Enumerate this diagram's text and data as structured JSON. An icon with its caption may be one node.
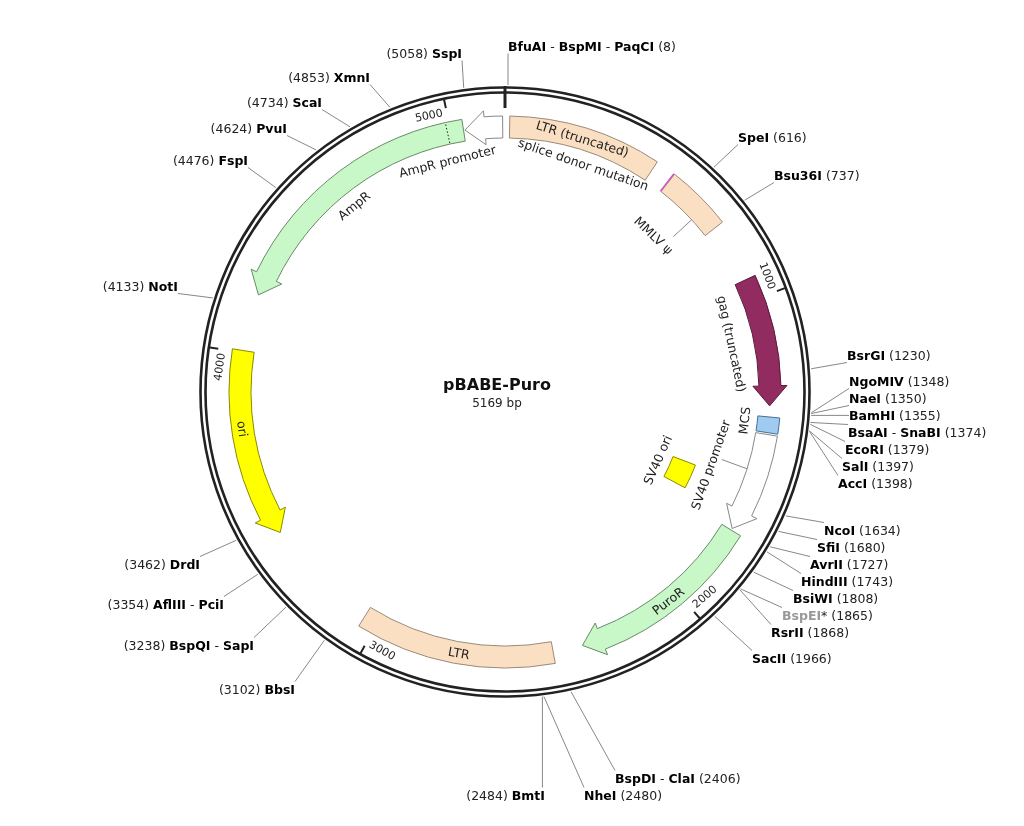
{
  "diagram": {
    "title": "pBABE-Puro",
    "nodes": [
      {
        "text": [
          "LTR (truncated)"
        ]
      },
      {
        "text": [
          "splice donor mutation"
        ]
      },
      {
        "text": [
          "MMLV ψ"
        ]
      },
      {
        "text": [],
        "shape": "box"
      },
      {
        "text": [
          "gag (truncated)"
        ]
      },
      {
        "text": [
          "MCS"
        ]
      },
      {
        "text": [
          "SV40 promoter"
        ]
      },
      {
        "text": [],
        "shape": "arrow"
      },
      {
        "text": [
          "SV40 ori"
        ]
      },
      {
        "text": [
          "PuroR"
        ]
      },
      {
        "text": [
          "LTR"
        ]
      },
      {
        "text": [
          "ori"
        ]
      },
      {
        "text": [
          "AmpR"
        ]
      },
      {
        "text": [
          "AmpR promoter"
        ]
      },
      {
        "text": [
          "**BfuAI** - **BspMI** - **PaqCI** (8)"
        ]
      },
      {
        "text": [
          "**SpeI** (616)"
        ]
      },
      {
        "text": [
          "**Bsu36I** (737)"
        ]
      },
      {
        "text": [
          "**BsrGI** (1230)"
        ]
      },
      {
        "text": [
          "**NgoMIV** (1348)"
        ]
      },
      {
        "text": [
          "**NaeI** (1350)"
        ]
      },
      {
        "text": [
          "**BamHI** (1355)"
        ]
      },
      {
        "text": [
          "**BsaAI** - **SnaBI** (1374)"
        ]
      },
      {
        "text": [
          "**EcoRI** (1379)"
        ]
      },
      {
        "text": [
          "**SalI** (1397)"
        ]
      },
      {
        "text": [
          "**AccI** (1398)"
        ]
      },
      {
        "text": [
          "**NcoI** (1634)"
        ]
      },
      {
        "text": [
          "**SfiI** (1680)"
        ]
      },
      {
        "text": [
          "**AvrII** (1727)"
        ]
      },
      {
        "text": [
          "**HindIII** (1743)"
        ]
      },
      {
        "text": [
          "**BsiWI** (1808)"
        ]
      },
      {
        "text": [
          "**BspEI*** (1865)"
        ]
      },
      {
        "text": [
          "**RsrII** (1868)"
        ]
      },
      {
        "text": [
          "**SacII** (1966)"
        ]
      },
      {
        "text": [
          "**BspDI** - **ClaI** (2406)"
        ]
      },
      {
        "text": [
          "**NheI** (2480)"
        ]
      },
      {
        "text": [
          "(2484) **BmtI**"
        ]
      },
      {
        "text": [
          "(3102) **BbsI**"
        ]
      },
      {
        "text": [
          "(3238) **BspQI** - **SapI**"
        ]
      },
      {
        "text": [
          "(3354) **AflIII** - **PciI**"
        ]
      },
      {
        "text": [
          "(3462) **DrdI**"
        ]
      },
      {
        "text": [
          "(4133) **NotI**"
        ]
      },
      {
        "text": [
          "(4476) **FspI**"
        ]
      },
      {
        "text": [
          "(4624) **PvuI**"
        ]
      },
      {
        "text": [
          "(4734) **ScaI**"
        ]
      },
      {
        "text": [
          "(4853) **XmnI**"
        ]
      },
      {
        "text": [
          "(5058) **SspI**"
        ]
      }
    ],
    "edges": [
      {
        "from": 2,
        "to": 3,
        "arrow": "none"
      },
      {
        "from": 6,
        "to": 7,
        "arrow": "none"
      },
      {
        "from": 14,
        "to": null,
        "arrow": "none"
      },
      {
        "from": 15,
        "to": null,
        "arrow": "none"
      },
      {
        "from": 16,
        "to": null,
        "arrow": "none"
      },
      {
        "from": 17,
        "to": null,
        "arrow": "none"
      },
      {
        "from": 18,
        "to": null,
        "arrow": "none"
      },
      {
        "from": 19,
        "to": null,
        "arrow": "none"
      },
      {
        "from": 20,
        "to": null,
        "arrow": "none"
      },
      {
        "from": 21,
        "to": null,
        "arrow": "none"
      },
      {
        "from": 22,
        "to": null,
        "arrow": "none"
      },
      {
        "from": 23,
        "to": null,
        "arrow": "none"
      },
      {
        "from": 24,
        "to": null,
        "arrow": "none"
      },
      {
        "from": 25,
        "to": null,
        "arrow": "none"
      },
      {
        "from": 26,
        "to": null,
        "arrow": "none"
      },
      {
        "from": 27,
        "to": null,
        "arrow": "none"
      },
      {
        "from": 28,
        "to": null,
        "arrow": "none"
      },
      {
        "from": 29,
        "to": null,
        "arrow": "none"
      },
      {
        "from": 30,
        "to": null,
        "arrow": "none"
      },
      {
        "from": 31,
        "to": null,
        "arrow": "none"
      },
      {
        "from": 32,
        "to": null,
        "arrow": "none"
      },
      {
        "from": 33,
        "to": null,
        "arrow": "none"
      },
      {
        "from": 34,
        "to": null,
        "arrow": "none"
      },
      {
        "from": 35,
        "to": null,
        "arrow": "none"
      },
      {
        "from": 36,
        "to": null,
        "arrow": "none"
      },
      {
        "from": 37,
        "to": null,
        "arrow": "none"
      },
      {
        "from": 38,
        "to": null,
        "arrow": "none"
      },
      {
        "from": 39,
        "to": null,
        "arrow": "none"
      },
      {
        "from": 40,
        "to": null,
        "arrow": "none"
      },
      {
        "from": 41,
        "to": null,
        "arrow": "none"
      },
      {
        "from": 42,
        "to": null,
        "arrow": "none"
      },
      {
        "from": 43,
        "to": null,
        "arrow": "none"
      },
      {
        "from": 44,
        "to": null,
        "arrow": "none"
      },
      {
        "from": 45,
        "to": null,
        "arrow": "none"
      }
    ],
    "labels": [
      "5169 bp",
      "1000",
      "2000",
      "3000",
      "4000",
      "5000"
    ]
  }
}
